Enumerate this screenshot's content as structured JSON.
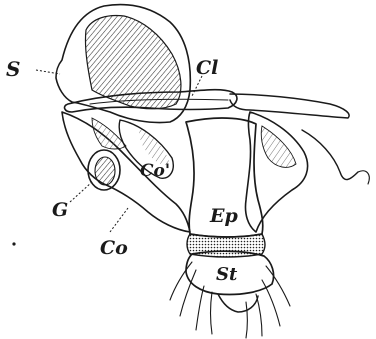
{
  "figure": {
    "labels": {
      "s": "S",
      "cl": "Cl",
      "co_prime": "Co'",
      "g": "G",
      "co": "Co",
      "ep": "Ep",
      "st": "St"
    }
  }
}
